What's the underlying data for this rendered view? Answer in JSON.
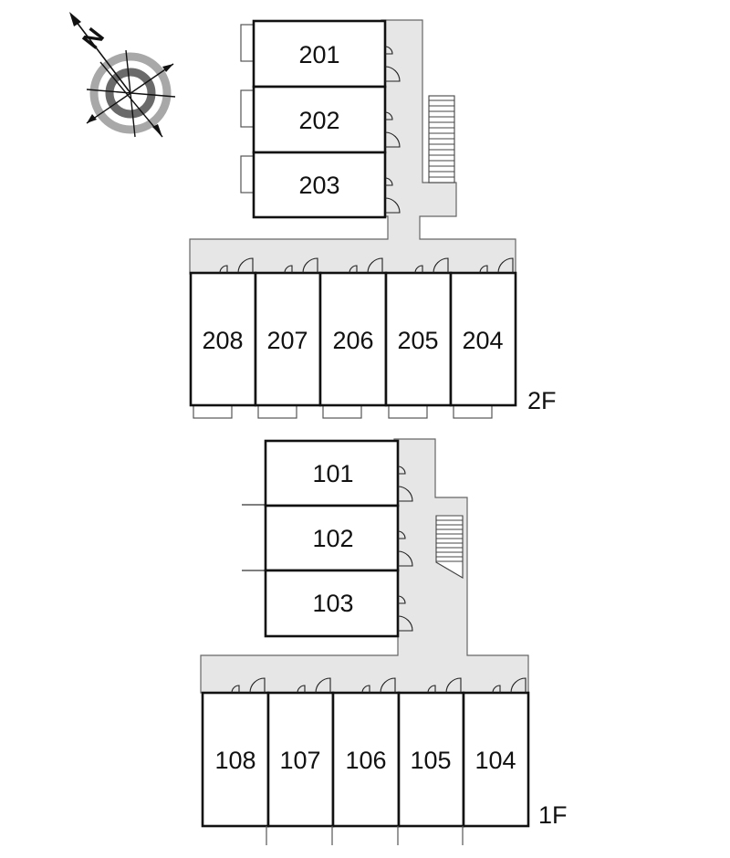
{
  "compass": {
    "north_label": "N",
    "ring_outer_color": "#a8a8a8",
    "ring_inner_color": "#6a6a6a"
  },
  "floors": [
    {
      "label": "2F",
      "top_units": [
        "201",
        "202",
        "203"
      ],
      "bottom_units": [
        "208",
        "207",
        "206",
        "205",
        "204"
      ]
    },
    {
      "label": "1F",
      "top_units": [
        "101",
        "102",
        "103"
      ],
      "bottom_units": [
        "108",
        "107",
        "106",
        "105",
        "104"
      ]
    }
  ],
  "colors": {
    "corridor": "#e6e6e6",
    "wall": "#111111",
    "background": "#ffffff"
  }
}
